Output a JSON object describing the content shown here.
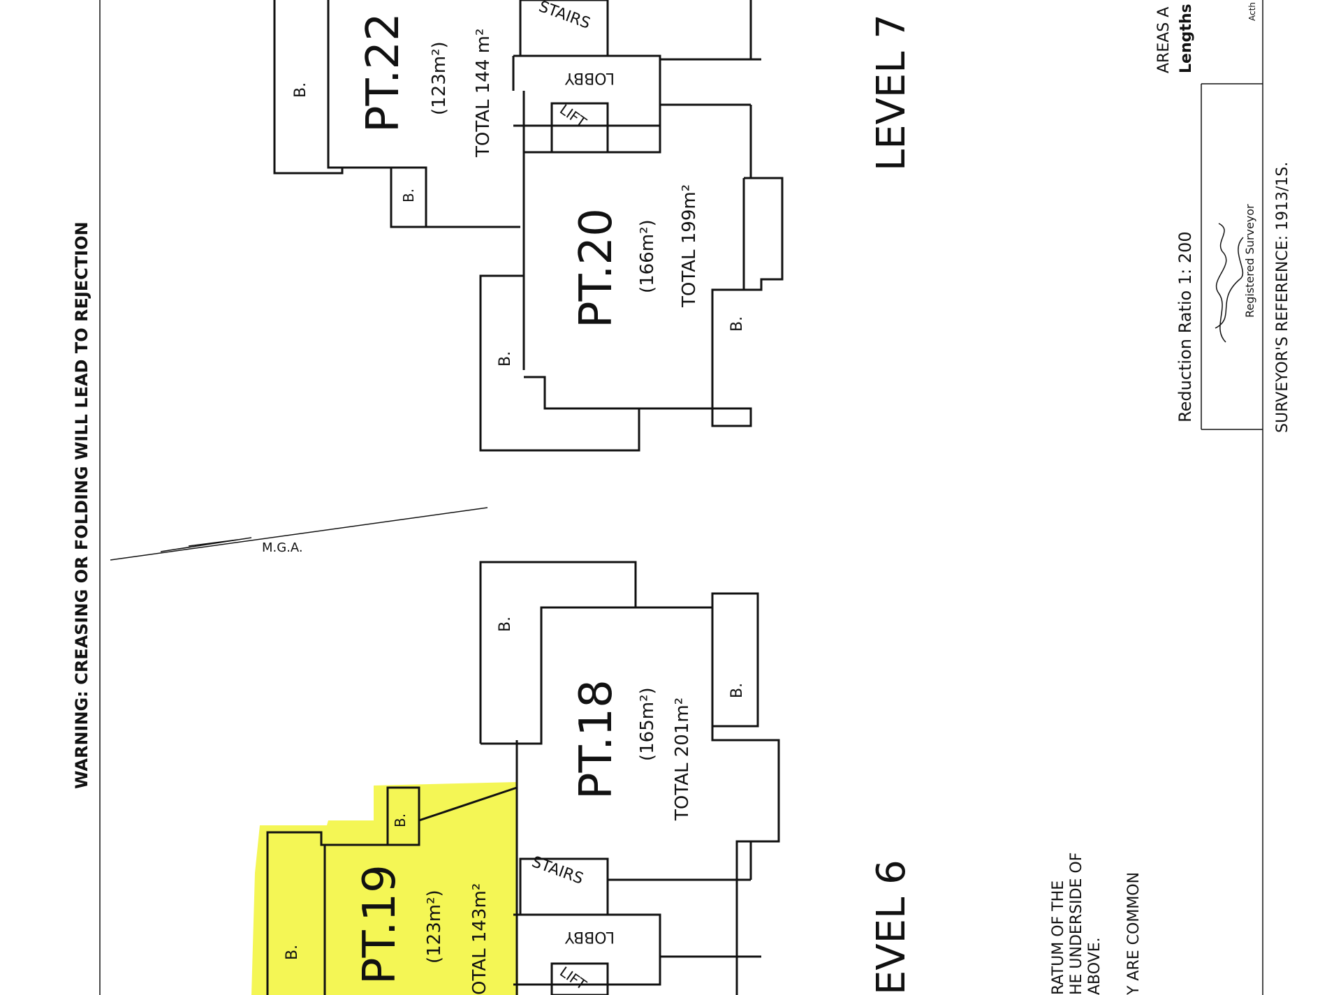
{
  "warning": "WARNING: CREASING OR FOLDING WILL LEAD TO REJECTION",
  "mga": "M.G.A.",
  "levels": {
    "level7": "LEVEL 7",
    "level6": "EVEL 6"
  },
  "parcels": {
    "pt22": {
      "label": "PT.22",
      "area": "(123m²)",
      "total": "TOTAL 144 m²"
    },
    "pt20": {
      "label": "PT.20",
      "area": "(166m²)",
      "total": "TOTAL 199m²"
    },
    "pt18": {
      "label": "PT.18",
      "area": "(165m²)",
      "total": "TOTAL 201m²"
    },
    "pt19": {
      "label": "PT.19",
      "area": "(123m²)",
      "total": "OTAL 143m²",
      "highlight": "#f3f542"
    }
  },
  "rooms": {
    "stairs": "STAIRS",
    "lobby": "LOBBY",
    "lift": "LIFT",
    "lift_partial": "LIFT",
    "balcony": "B."
  },
  "notes": {
    "line1": "RATUM OF THE",
    "line2": "HE UNDERSIDE OF",
    "line3": "ABOVE.",
    "line4": "Y ARE COMMON"
  },
  "title_block": {
    "reduction_ratio": "Reduction Ratio 1: 200",
    "registered_surveyor": "Registered Surveyor",
    "surveyors_reference": "SURVEYOR'S REFERENCE: 1913/1S.",
    "areas": "AREAS A",
    "lengths": "Lengths",
    "auth": "Acth"
  },
  "icons": {
    "signature": "signature-icon",
    "north_arrow": "mga-arrow-icon"
  }
}
